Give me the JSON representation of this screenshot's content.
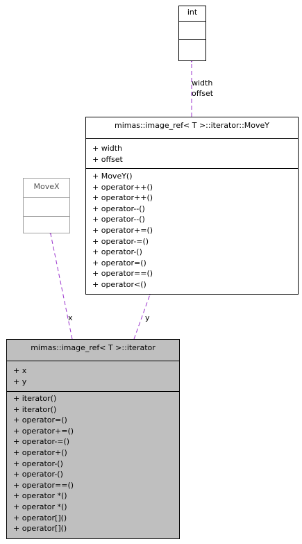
{
  "classes": {
    "int": {
      "name": "int",
      "attributes": [],
      "operations": []
    },
    "movex": {
      "name": "MoveX",
      "attributes": [],
      "operations": []
    },
    "movey": {
      "name": "mimas::image_ref< T >::iterator::MoveY",
      "attributes": [
        "+ width",
        "+ offset"
      ],
      "operations": [
        "+ MoveY()",
        "+ operator++()",
        "+ operator++()",
        "+ operator--()",
        "+ operator--()",
        "+ operator+=()",
        "+ operator-=()",
        "+ operator-()",
        "+ operator=()",
        "+ operator==()",
        "+ operator<()"
      ]
    },
    "iterator": {
      "name": "mimas::image_ref< T >::iterator",
      "attributes": [
        "+ x",
        "+ y"
      ],
      "operations": [
        "+ iterator()",
        "+ iterator()",
        "+ operator=()",
        "+ operator+=()",
        "+ operator-=()",
        "+ operator+()",
        "+ operator-()",
        "+ operator-()",
        "+ operator==()",
        "+ operator *()",
        "+ operator *()",
        "+ operator[]()",
        "+ operator[]()"
      ]
    }
  },
  "edges": {
    "int_to_movey": {
      "label_line1": "width",
      "label_line2": "offset"
    },
    "movex_to_iterator": {
      "label": "x"
    },
    "movey_to_iterator": {
      "label": "y"
    }
  },
  "colors": {
    "edge": "#9a32cd",
    "highlight_fill": "#bfbfbf"
  }
}
